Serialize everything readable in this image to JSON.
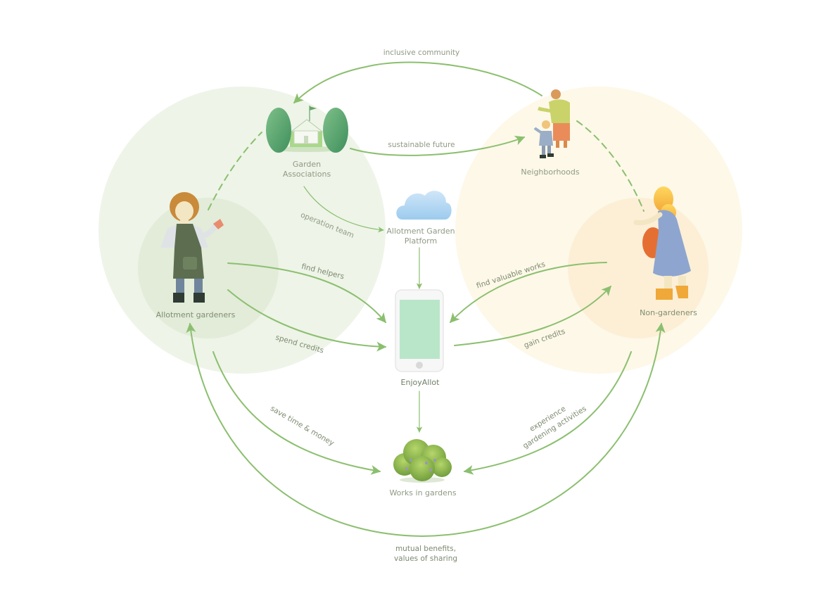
{
  "diagram": {
    "nodes": {
      "allotment_gardeners": "Allotment gardeners",
      "non_gardeners": "Non-gardeners",
      "garden_associations": [
        "Garden",
        "Associations"
      ],
      "neighborhoods": "Neighborhoods",
      "platform": [
        "Allotment Garden",
        "Platform"
      ],
      "app": "EnjoyAllot",
      "works": "Works in gardens"
    },
    "edges": {
      "inclusive_community": "inclusive community",
      "sustainable_future": "sustainable future",
      "operation_team": "operation team",
      "find_helpers": "find helpers",
      "spend_credits": "spend credits",
      "find_valuable_works": "find valuable works",
      "gain_credits": "gain credits",
      "save_time_money": "save time & money",
      "experience_gardening": [
        "experience",
        "gardening activities"
      ],
      "mutual_benefits": [
        "mutual benefits,",
        "values of sharing"
      ]
    },
    "colors": {
      "arrow": "#8bbf6f",
      "green_zone": "#eef4e8",
      "green_zone_inner": "#e2ecd9",
      "yellow_zone": "#fdf8e8",
      "yellow_zone_inner": "#fcefd6",
      "phone_screen": "#b9e6c9",
      "cloud": "#a9d3f0",
      "text": "#8f9a84"
    }
  }
}
